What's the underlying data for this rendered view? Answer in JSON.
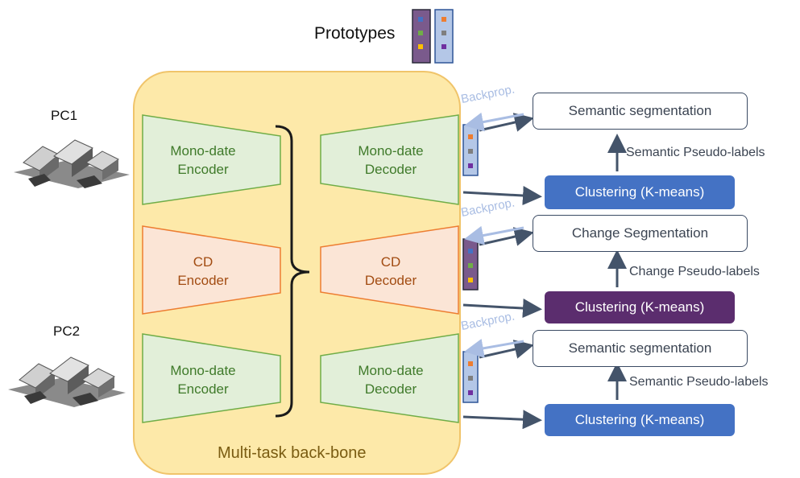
{
  "prototypes": {
    "label": "Prototypes"
  },
  "inputs": {
    "pc1": "PC1",
    "pc2": "PC2"
  },
  "backbone": {
    "label": "Multi-task back-bone",
    "encoders": [
      {
        "line1": "Mono-date",
        "line2": "Encoder"
      },
      {
        "line1": "CD",
        "line2": "Encoder"
      },
      {
        "line1": "Mono-date",
        "line2": "Encoder"
      }
    ],
    "decoders": [
      {
        "line1": "Mono-date",
        "line2": "Decoder"
      },
      {
        "line1": "CD",
        "line2": "Decoder"
      },
      {
        "line1": "Mono-date",
        "line2": "Decoder"
      }
    ]
  },
  "heads": [
    {
      "backprop": "Backprop.",
      "output": "Semantic segmentation",
      "pseudo": "Semantic Pseudo-labels",
      "clustering": "Clustering (K-means)"
    },
    {
      "backprop": "Backprop.",
      "output": "Change Segmentation",
      "pseudo": "Change Pseudo-labels",
      "clustering": "Clustering (K-means)"
    },
    {
      "backprop": "Backprop.",
      "output": "Semantic segmentation",
      "pseudo": "Semantic Pseudo-labels",
      "clustering": "Clustering (K-means)"
    }
  ],
  "colors": {
    "backbone_fill": "#fde9a9",
    "backbone_border": "#f0c46a",
    "backbone_text": "#7a5c12",
    "mono_fill": "#e2efd9",
    "mono_border": "#70ad47",
    "mono_text": "#3f7a2a",
    "cd_fill": "#fbe5d6",
    "cd_border": "#ed7d31",
    "cd_text": "#a24c12",
    "semantic_cluster": "#4472c4",
    "change_cluster": "#5b2d6e",
    "arrow": "#44546a",
    "backprop": "#a9bde3"
  }
}
